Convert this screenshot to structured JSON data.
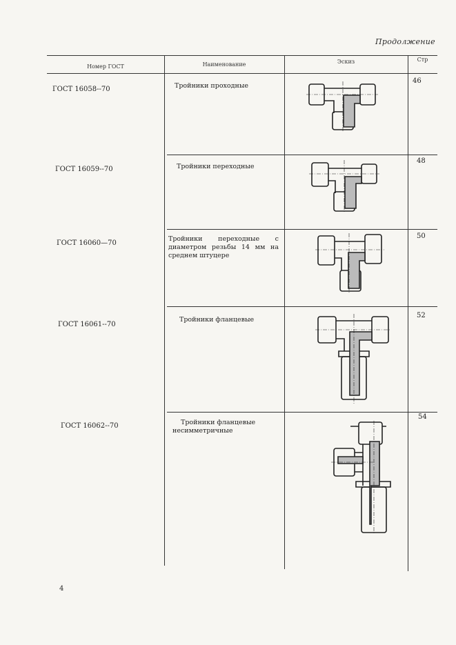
{
  "continued_label": "Продолжение",
  "headers": {
    "gost": "Номер ГОСТ",
    "name": "Наименование",
    "sketch": "Эскиз",
    "page": "Стр"
  },
  "rows": [
    {
      "gost": "ГОСТ 16058--70",
      "name": "Тройники проходные",
      "page": "46"
    },
    {
      "gost": "ГОСТ 16059--70",
      "name": "Тройники переходные",
      "page": "48"
    },
    {
      "gost": "ГОСТ 16060—70",
      "name": "Тройники переходные с диаметром резьбы 14 мм на среднем штуцере",
      "page": "50"
    },
    {
      "gost": "ГОСТ 16061--70",
      "name": "Тройники фланцевые",
      "page": "52"
    },
    {
      "gost": "ГОСТ 16062--70",
      "name": "Тройники фланцевые несимметричные",
      "page": "54"
    }
  ],
  "footer_page": "4"
}
